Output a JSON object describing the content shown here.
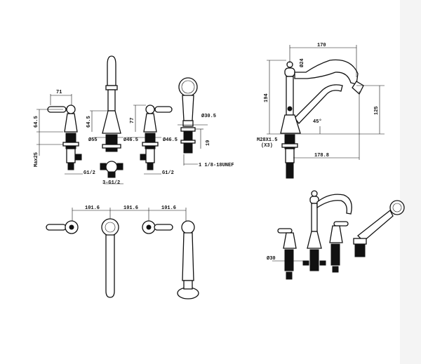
{
  "front_view": {
    "dims": [
      "71",
      "64.5",
      "Max25",
      "64.5",
      "Ø55",
      "Ø46.5",
      "77",
      "Ø46.5",
      "Ø30.5",
      "19",
      "1 1/8-18UNEF",
      "G1/2",
      "3-G1/2",
      "G1/2"
    ]
  },
  "side_view": {
    "dims": [
      "170",
      "Ø24",
      "194",
      "125",
      "45°",
      "M28X1.5",
      "(X3)",
      "178.8"
    ]
  },
  "top_view": {
    "dims": [
      "101.6",
      "101.6",
      "101.6"
    ]
  },
  "iso_view": {
    "dims": [
      "Ø30"
    ]
  }
}
